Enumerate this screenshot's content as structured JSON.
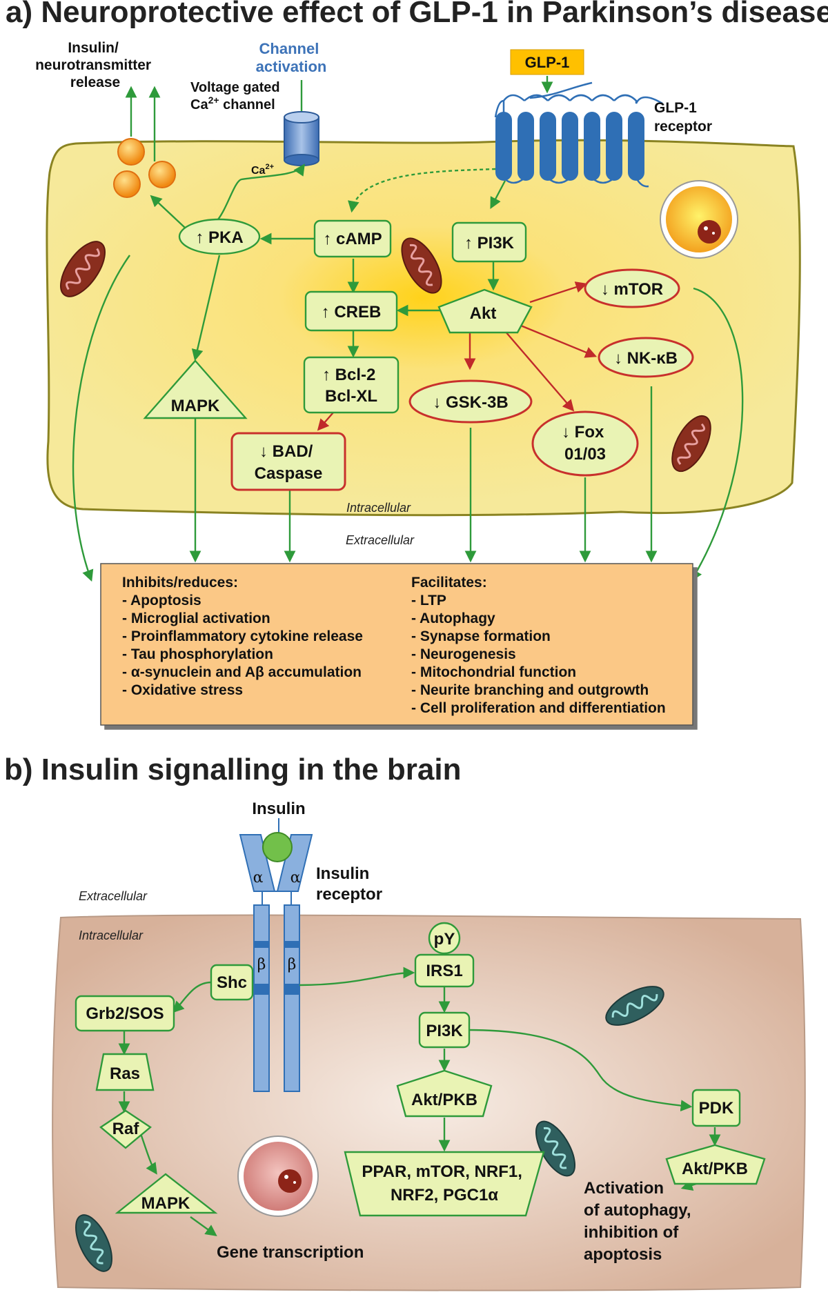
{
  "panel_a": {
    "title": "a) Neuroprotective effect of GLP-1 in Parkinson’s disease",
    "release_label": [
      "Insulin/",
      "neurotransmitter",
      "release"
    ],
    "channel_activation": [
      "Channel",
      "activation"
    ],
    "vgcc_label": [
      "Voltage gated",
      "Ca",
      "2+",
      " channel"
    ],
    "ca_label": [
      "Ca",
      "2+"
    ],
    "glp1": "GLP-1",
    "glp1_receptor": [
      "GLP-1",
      "receptor"
    ],
    "nodes": {
      "pka": "↑ PKA",
      "camp": "↑ cAMP",
      "pi3k": "↑ PI3K",
      "creb": "↑ CREB",
      "akt": "Akt",
      "mtor": "↓ mTOR",
      "nfkb": "↓ NK-κB",
      "bcl": [
        "↑ Bcl-2",
        "Bcl-XL"
      ],
      "gsk": "↓ GSK-3B",
      "fox": [
        "↓ Fox",
        "01/03"
      ],
      "mapk": "MAPK",
      "bad": [
        "↓ BAD/",
        "Caspase"
      ]
    },
    "intracellular": "Intracellular",
    "extracellular": "Extracellular",
    "inhibits_title": "Inhibits/reduces:",
    "inhibits": [
      "- Apoptosis",
      "- Microglial activation",
      "- Proinflammatory cytokine release",
      "- Tau phosphorylation",
      "- α-synuclein and Aβ accumulation",
      "- Oxidative stress"
    ],
    "facilitates_title": "Facilitates:",
    "facilitates": [
      "- LTP",
      "- Autophagy",
      "- Synapse formation",
      "- Neurogenesis",
      "- Mitochondrial function",
      "- Neurite branching and outgrowth",
      "- Cell proliferation and differentiation"
    ]
  },
  "panel_b": {
    "title": "b) Insulin signalling in the brain",
    "insulin": "Insulin",
    "insulin_receptor": [
      "Insulin",
      "receptor"
    ],
    "alpha": "α",
    "beta": "β",
    "extracellular": "Extracellular",
    "intracellular": "Intracellular",
    "nodes": {
      "shc": "Shc",
      "grb2": "Grb2/SOS",
      "ras": "Ras",
      "raf": "Raf",
      "mapk": "MAPK",
      "py": "pY",
      "irs1": "IRS1",
      "pi3k": "PI3K",
      "aktpkb": "Akt/PKB",
      "ppar": [
        "PPAR, mTOR, NRF1,",
        "NRF2, PGC1α"
      ],
      "pdk": "PDK",
      "aktpkb2": "Akt/PKB"
    },
    "gene_transcription": "Gene transcription",
    "activation": [
      "Activation",
      "of autophagy,",
      "inhibition of",
      "apoptosis"
    ]
  },
  "colors": {
    "cell_a": "#f6e99a",
    "cell_a_glow": "#ffd21a",
    "cell_b": "#dcb9a3",
    "node_fill": "#e9f3b4",
    "green": "#2e9a3a",
    "red": "#c8302c",
    "receptor_blue": "#2f6fb5",
    "channel_blue": "#3d73b8",
    "glp1_yellow": "#ffc000",
    "effects_box": "#fbc886",
    "ir_blue": "#8ab0de"
  }
}
